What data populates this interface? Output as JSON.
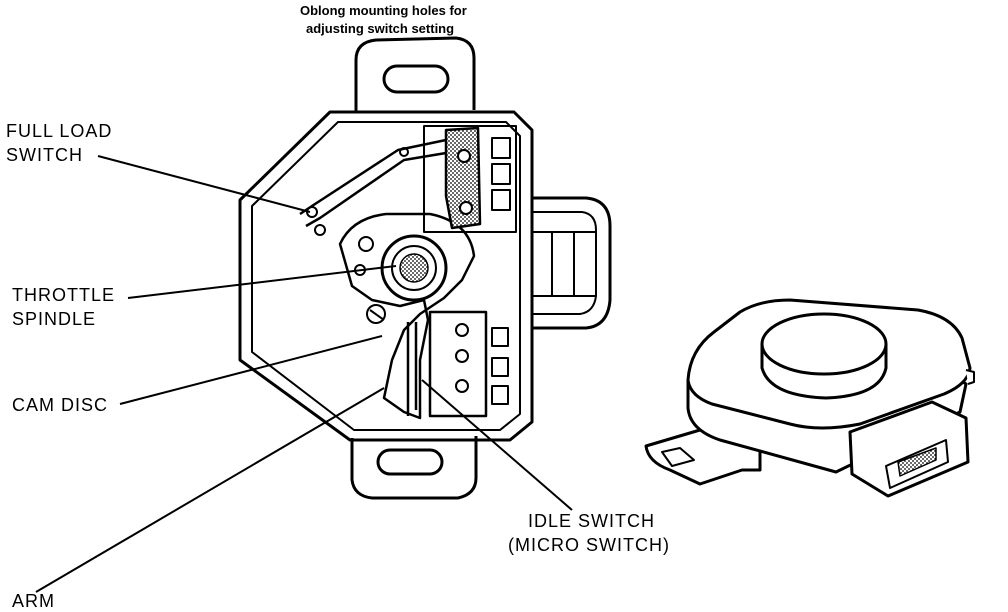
{
  "caption": {
    "line1": "Oblong mounting holes for",
    "line2": "adjusting switch setting"
  },
  "labels": {
    "full_load": {
      "line1": "FULL  LOAD",
      "line2": "SWITCH"
    },
    "throttle": {
      "line1": "THROTTLE",
      "line2": "SPINDLE"
    },
    "cam_disc": "CAM  DISC",
    "arm": "ARM",
    "idle": {
      "line1": "IDLE  SWITCH",
      "line2": "(MICRO  SWITCH)"
    }
  },
  "colors": {
    "ink": "#000000",
    "paper": "#ffffff",
    "hatch": "#7a7a7a"
  }
}
